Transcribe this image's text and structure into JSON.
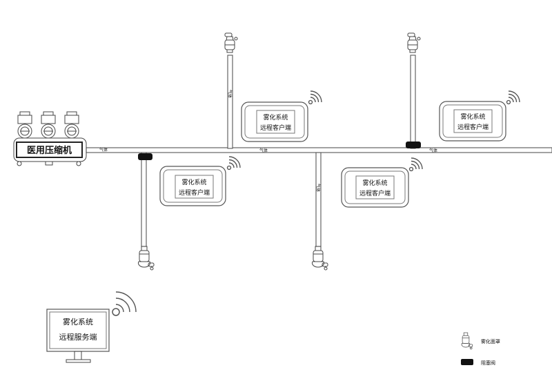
{
  "compressor": {
    "label": "医用压缩机"
  },
  "pipe_label": "气体",
  "clients": [
    {
      "line1": "雾化系统",
      "line2": "远程客户端"
    },
    {
      "line1": "雾化系统",
      "line2": "远程客户端"
    },
    {
      "line1": "雾化系统",
      "line2": "远程客户端"
    },
    {
      "line1": "雾化系统",
      "line2": "远程客户端"
    }
  ],
  "server": {
    "line1": "雾化系统",
    "line2": "远程服务端"
  },
  "legend": {
    "mask_label": "雾化面罩",
    "valve_label": "阻塞阀"
  },
  "colors": {
    "line": "#333333",
    "valve": "#111111",
    "background": "#ffffff"
  }
}
